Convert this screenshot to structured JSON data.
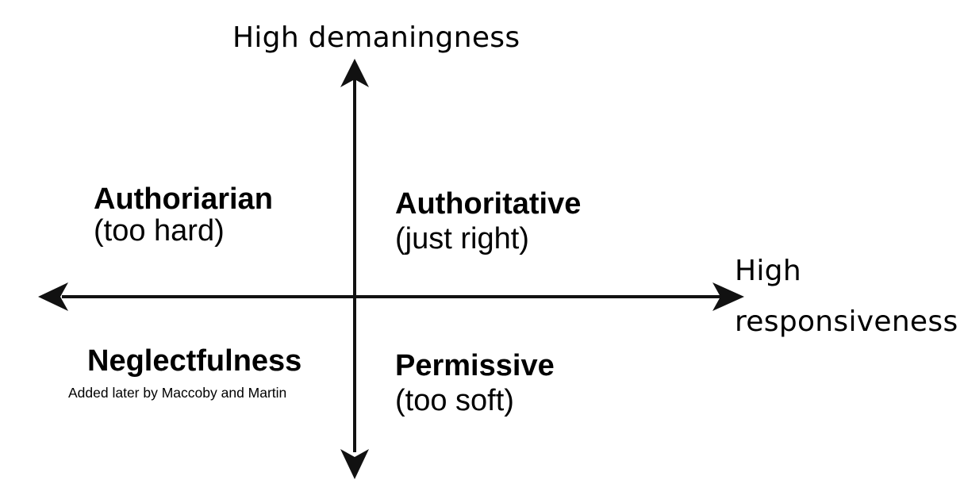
{
  "axes": {
    "vertical_label": "High demaningness",
    "horizontal_label_line1": "High",
    "horizontal_label_line2": "responsiveness"
  },
  "quadrants": {
    "top_left": {
      "title": "Authoriarian",
      "subtitle": "(too hard)"
    },
    "top_right": {
      "title": "Authoritative",
      "subtitle": "(just right)"
    },
    "bottom_left": {
      "title": "Neglectfulness",
      "note": "Added later by Maccoby and Martin"
    },
    "bottom_right": {
      "title": "Permissive",
      "subtitle": "(too soft)"
    }
  },
  "colors": {
    "axis": "#111111",
    "text": "#000000",
    "background": "#ffffff"
  }
}
